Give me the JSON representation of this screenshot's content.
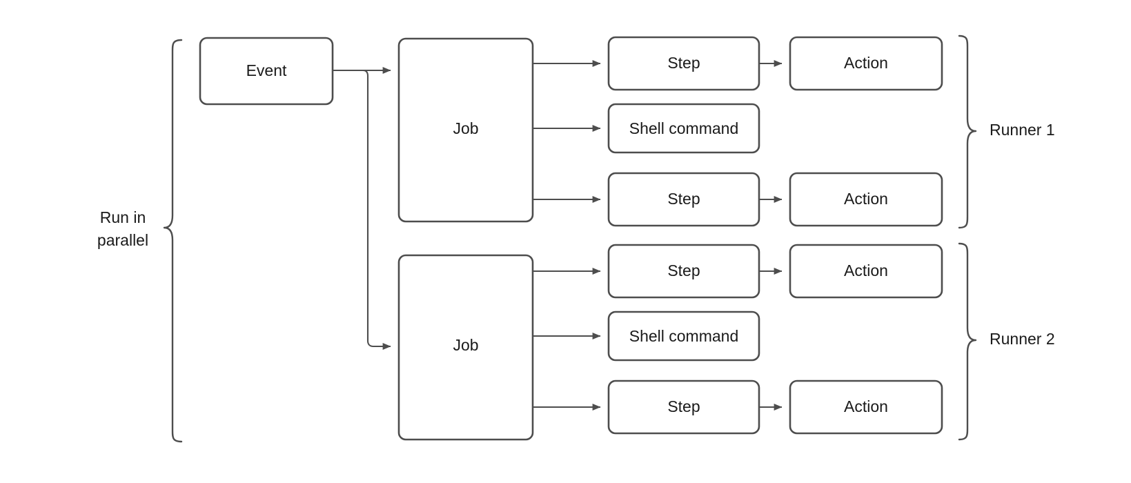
{
  "diagram": {
    "title": "GitHub Actions workflow parallel jobs diagram",
    "background_color": "#ffffff",
    "stroke_color": "#4d4d4d",
    "text_color": "#1a1a1a",
    "groups": {
      "left_brace_label_line1": "Run in",
      "left_brace_label_line2": "parallel",
      "runner_1_label": "Runner 1",
      "runner_2_label": "Runner 2"
    },
    "nodes": {
      "event": "Event",
      "job_1": "Job",
      "job_2": "Job",
      "runner1_step_1": "Step",
      "runner1_action_1": "Action",
      "runner1_shell_command": "Shell command",
      "runner1_step_2": "Step",
      "runner1_action_2": "Action",
      "runner2_step_1": "Step",
      "runner2_action_1": "Action",
      "runner2_shell_command": "Shell command",
      "runner2_step_2": "Step",
      "runner2_action_2": "Action"
    }
  }
}
